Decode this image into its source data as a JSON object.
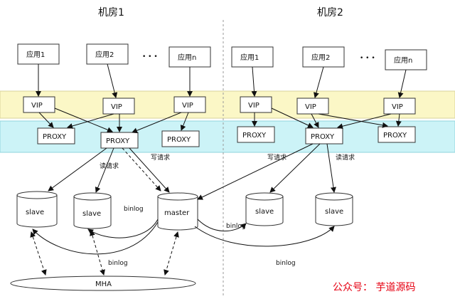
{
  "rooms": {
    "left_title": "机房1",
    "right_title": "机房2"
  },
  "apps": {
    "left": [
      "应用1",
      "应用2",
      "应用n"
    ],
    "right": [
      "应用1",
      "应用2",
      "应用n"
    ],
    "ellipsis": "• • •"
  },
  "vip_label": "VIP",
  "proxy_label": "PROXY",
  "db": {
    "slave": "slave",
    "master": "master"
  },
  "edges": {
    "read": "读请求",
    "write": "写请求",
    "binlog": "binlog"
  },
  "mha": "MHA",
  "watermark": "公众号： 芋道源码",
  "colors": {
    "vip_band": "#fbf7c6",
    "proxy_band": "#ccf3f7"
  }
}
